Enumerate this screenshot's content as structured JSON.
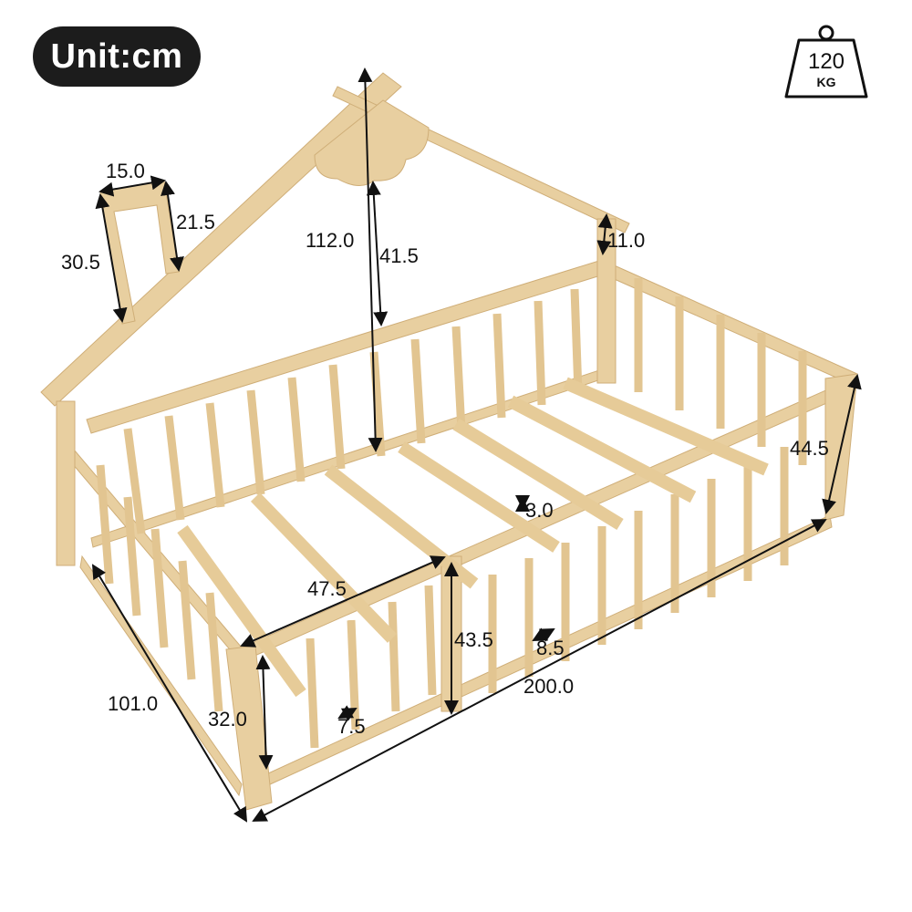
{
  "unit_badge": {
    "label": "Unit:cm"
  },
  "weight_badge": {
    "value": "120",
    "unit": "KG",
    "icon": "weight-icon"
  },
  "product": {
    "description": "Wooden house-shaped floor bed frame with fence rails and gate"
  },
  "colors": {
    "wood": "#e8cfa0",
    "wood_dark": "#d4b47c",
    "text": "#111111",
    "badge_bg": "#1c1c1c"
  },
  "dimensions": {
    "chimney_width": "15.0",
    "chimney_short_height": "21.5",
    "chimney_tall_height": "30.5",
    "total_height": "112.0",
    "gable_to_rail": "41.5",
    "post_above_rail": "11.0",
    "fence_height_side": "44.5",
    "slat_thickness": "3.0",
    "gate_width": "47.5",
    "fence_height_front": "43.5",
    "spindle_gap_front": "8.5",
    "length": "200.0",
    "width": "101.0",
    "gate_height": "32.0",
    "spindle_gap_gate": "7.5"
  }
}
